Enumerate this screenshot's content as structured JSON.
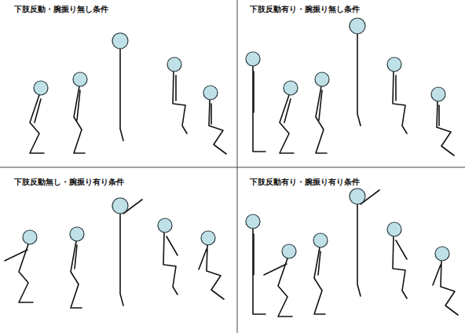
{
  "diagram": {
    "labels": [
      "下肢反動・腕振り無し条件",
      "下肢反動有り・腕振り無し条件",
      "下肢反動無し・腕振り有り条件",
      "下肢反動有り・腕振り有り条件"
    ]
  }
}
